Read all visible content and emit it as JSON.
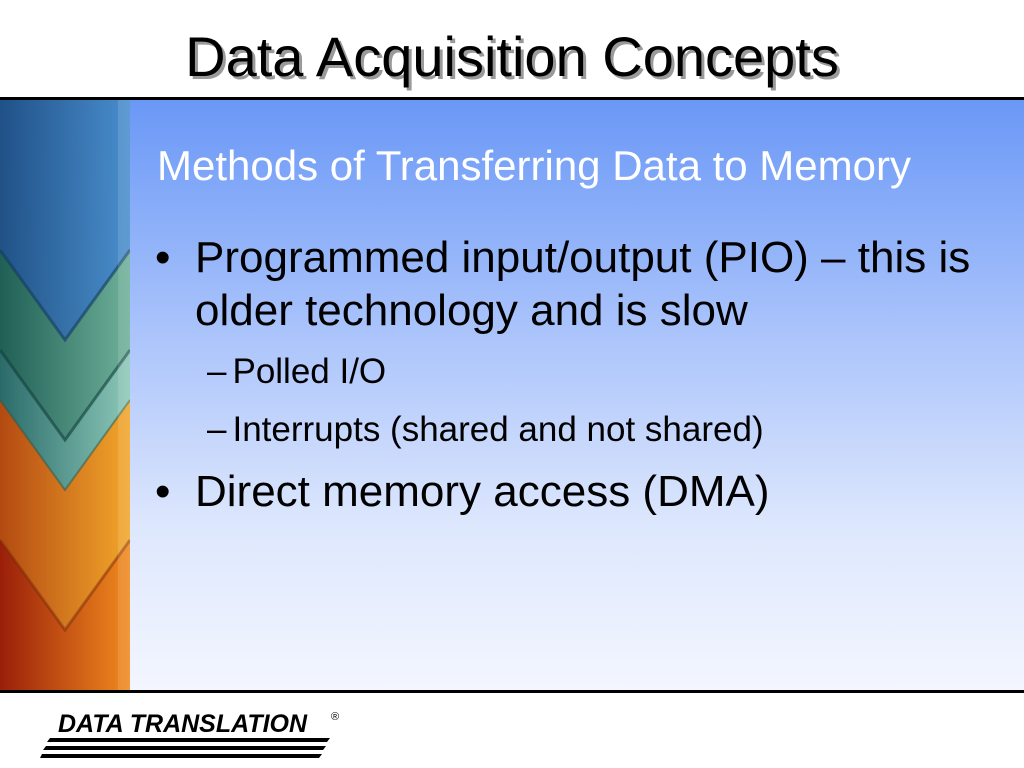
{
  "slide": {
    "title": "Data Acquisition Concepts",
    "subtitle": "Methods of Transferring Data to Memory",
    "bullets": [
      {
        "marker": "•",
        "text": "Programmed input/output (PIO) – this is older technology and is slow",
        "sub_items": [
          {
            "marker": "–",
            "text": "Polled I/O"
          },
          {
            "marker": "–",
            "text": "Interrupts (shared and not shared)"
          }
        ]
      },
      {
        "marker": "•",
        "text": "Direct memory access (DMA)"
      }
    ]
  },
  "footer": {
    "logo_text": "DATA TRANSLATION",
    "logo_registered": "®"
  },
  "colors": {
    "title_shadow": "#9a9a9a",
    "content_gradient_top": "#6a98f6",
    "content_gradient_bottom": "#f3f6ff",
    "subtitle_text": "#ffffff",
    "border": "#000000"
  },
  "icons": {
    "side_decoration": "chevron-stripes",
    "logo_lines": "speed-lines"
  }
}
